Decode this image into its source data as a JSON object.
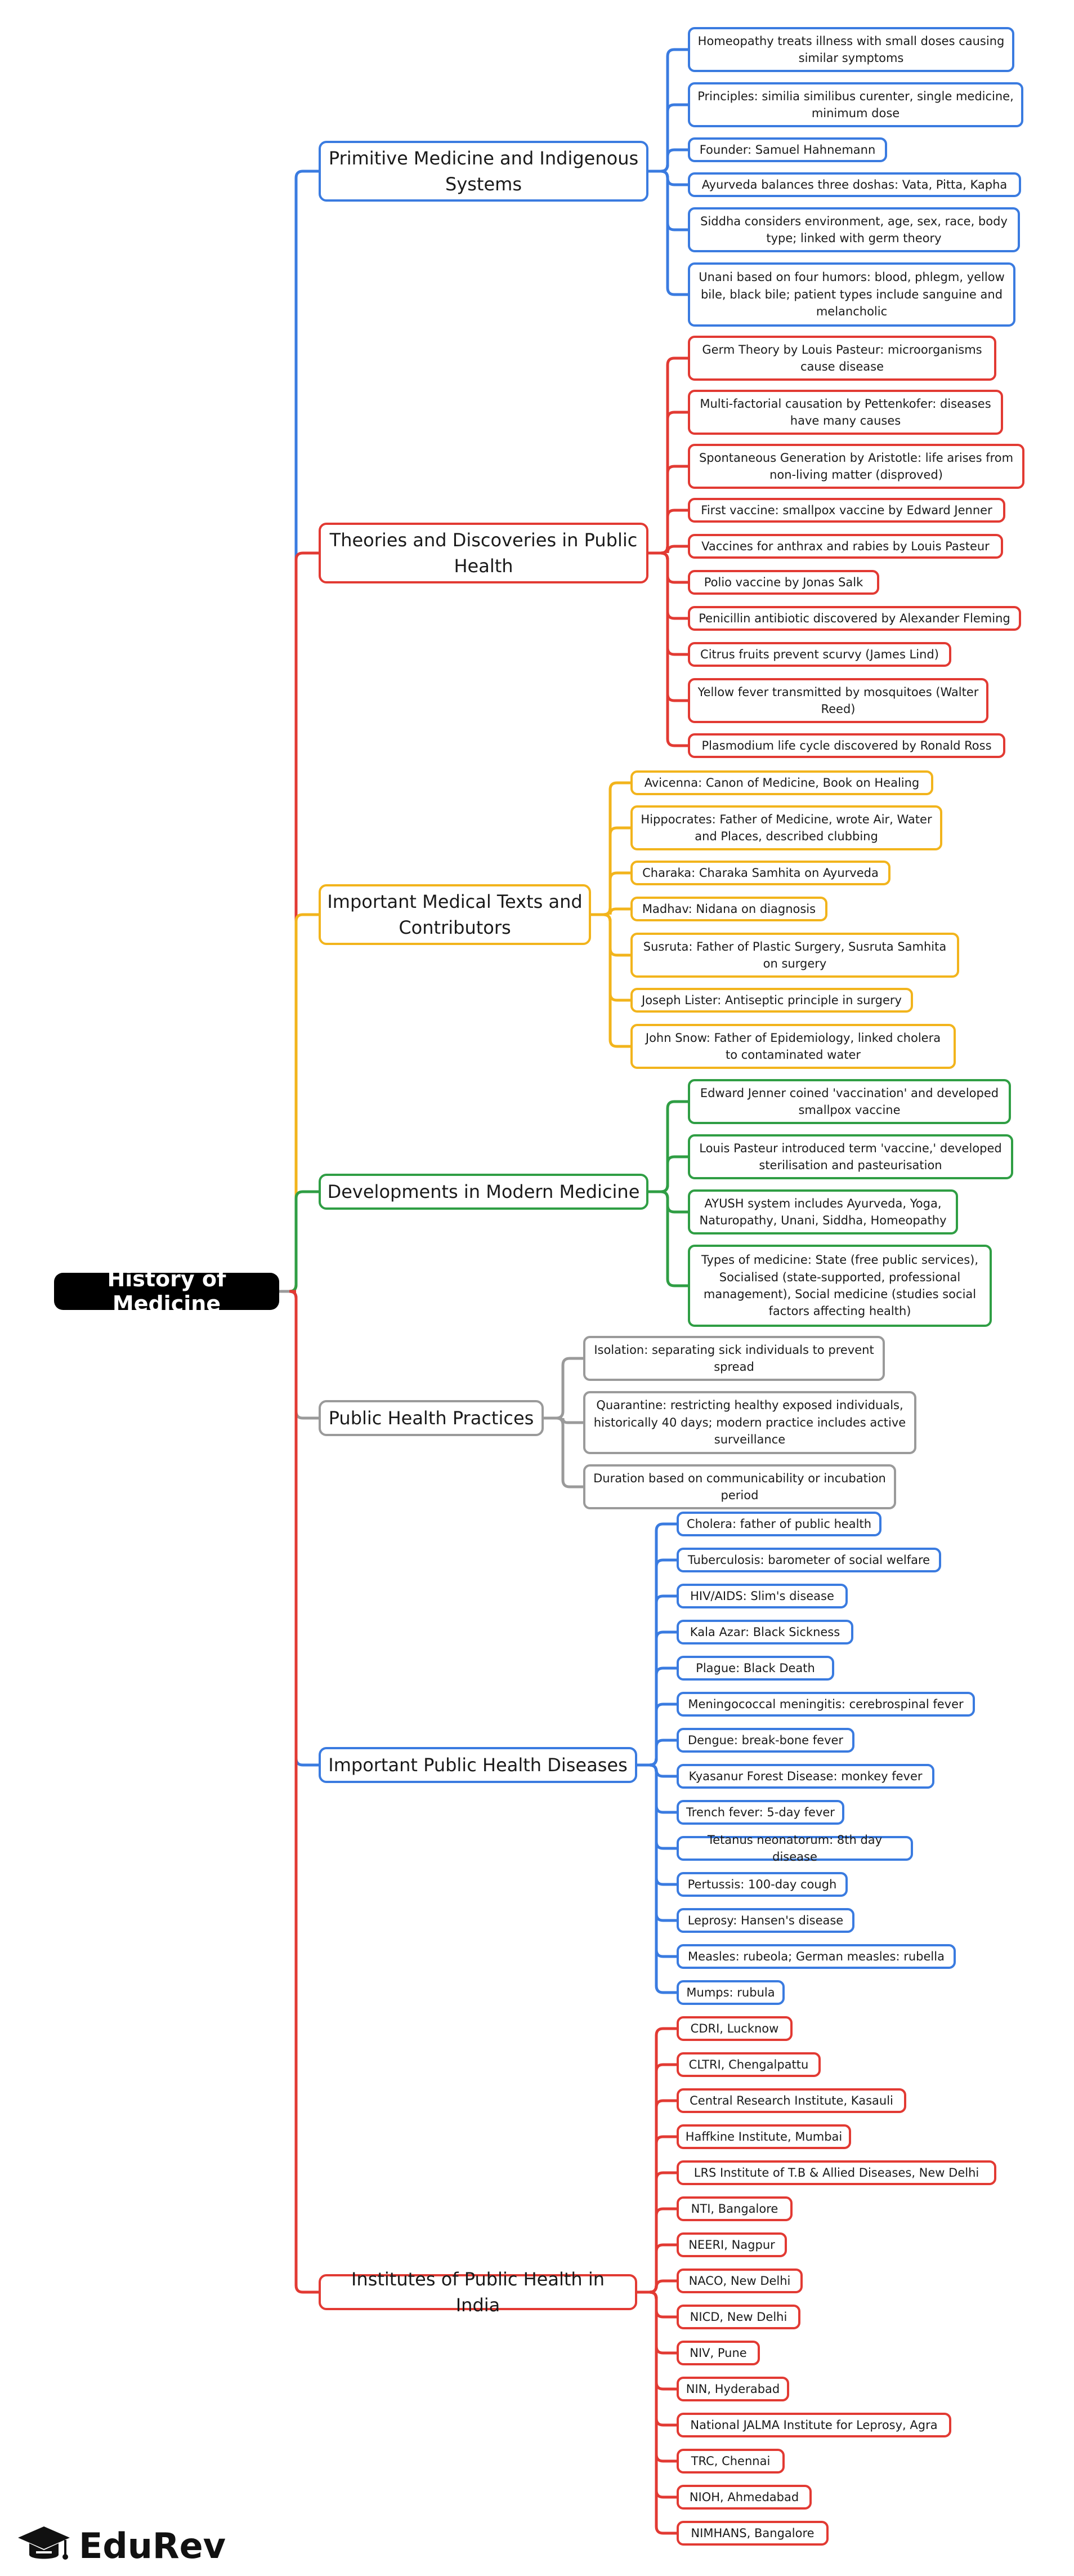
{
  "root": {
    "label": "History of Medicine"
  },
  "colors": {
    "blue": "#3a7be0",
    "red": "#e23a33",
    "yellow": "#f2b41c",
    "green": "#2f9e44",
    "gray": "#9a9a9a"
  },
  "branches": [
    {
      "id": "b1",
      "label": "Primitive Medicine and Indigenous Systems",
      "color": "blue",
      "children": [
        "Homeopathy treats illness with small doses causing similar symptoms",
        "Principles: similia similibus curenter, single medicine, minimum dose",
        "Founder: Samuel Hahnemann",
        "Ayurveda balances three doshas: Vata, Pitta, Kapha",
        "Siddha considers environment, age, sex, race, body type; linked with germ theory",
        "Unani based on four humors: blood, phlegm, yellow bile, black bile; patient types include sanguine and melancholic"
      ]
    },
    {
      "id": "b2",
      "label": "Theories and Discoveries in Public Health",
      "color": "red",
      "children": [
        "Germ Theory by Louis Pasteur: microorganisms cause disease",
        "Multi-factorial causation by Pettenkofer: diseases have many causes",
        "Spontaneous Generation by Aristotle: life arises from non-living matter (disproved)",
        "First vaccine: smallpox vaccine by Edward Jenner",
        "Vaccines for anthrax and rabies by Louis Pasteur",
        "Polio vaccine by Jonas Salk",
        "Penicillin antibiotic discovered by Alexander Fleming",
        "Citrus fruits prevent scurvy (James Lind)",
        "Yellow fever transmitted by mosquitoes (Walter Reed)",
        "Plasmodium life cycle discovered by Ronald Ross"
      ]
    },
    {
      "id": "b3",
      "label": "Important Medical Texts and Contributors",
      "color": "yellow",
      "children": [
        "Avicenna: Canon of Medicine, Book on Healing",
        "Hippocrates: Father of Medicine, wrote Air, Water and Places, described clubbing",
        "Charaka: Charaka Samhita on Ayurveda",
        "Madhav: Nidana on diagnosis",
        "Susruta: Father of Plastic Surgery, Susruta Samhita on surgery",
        "Joseph Lister: Antiseptic principle in surgery",
        "John Snow: Father of Epidemiology, linked cholera to contaminated water"
      ]
    },
    {
      "id": "b4",
      "label": "Developments in Modern Medicine",
      "color": "green",
      "children": [
        "Edward Jenner coined 'vaccination' and developed smallpox vaccine",
        "Louis Pasteur introduced term 'vaccine,' developed sterilisation and pasteurisation",
        "AYUSH system includes Ayurveda, Yoga, Naturopathy, Unani, Siddha, Homeopathy",
        "Types of medicine: State (free public services), Socialised (state-supported, professional management), Social medicine (studies social factors affecting health)"
      ]
    },
    {
      "id": "b5",
      "label": "Public Health Practices",
      "color": "gray",
      "children": [
        "Isolation: separating sick individuals to prevent spread",
        "Quarantine: restricting healthy exposed individuals, historically 40 days; modern practice includes active surveillance",
        "Duration based on communicability or incubation period"
      ]
    },
    {
      "id": "b6",
      "label": "Important Public Health Diseases",
      "color": "blue",
      "children": [
        "Cholera: father of public health",
        "Tuberculosis: barometer of social welfare",
        "HIV/AIDS: Slim's disease",
        "Kala Azar: Black Sickness",
        "Plague: Black Death",
        "Meningococcal meningitis: cerebrospinal fever",
        "Dengue: break-bone fever",
        "Kyasanur Forest Disease: monkey fever",
        "Trench fever: 5-day fever",
        "Tetanus neonatorum: 8th day disease",
        "Pertussis: 100-day cough",
        "Leprosy: Hansen's disease",
        "Measles: rubeola; German measles: rubella",
        "Mumps: rubula"
      ]
    },
    {
      "id": "b7",
      "label": "Institutes of Public Health in India",
      "color": "red",
      "children": [
        "CDRI, Lucknow",
        "CLTRI, Chengalpattu",
        "Central Research Institute, Kasauli",
        "Haffkine Institute, Mumbai",
        "LRS Institute of T.B & Allied Diseases, New Delhi",
        "NTI, Bangalore",
        "NEERI, Nagpur",
        "NACO, New Delhi",
        "NICD, New Delhi",
        "NIV, Pune",
        "NIN, Hyderabad",
        "National JALMA Institute for Leprosy, Agra",
        "TRC, Chennai",
        "NIOH, Ahmedabad",
        "NIMHANS, Bangalore"
      ]
    }
  ],
  "brand": {
    "name": "EduRev",
    "icon": "graduation-cap-icon"
  }
}
